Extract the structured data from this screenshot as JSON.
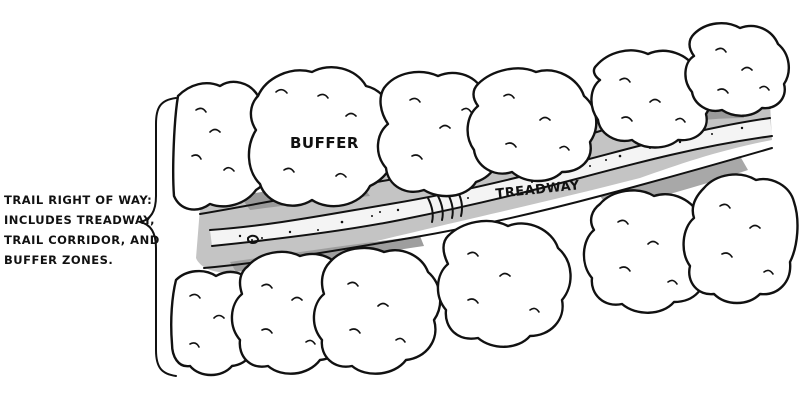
{
  "caption": {
    "lines": [
      "TRAIL RIGHT OF WAY:",
      "INCLUDES TREADWAY,",
      "TRAIL CORRIDOR, AND",
      "BUFFER ZONES."
    ]
  },
  "labels": {
    "buffer": "BUFFER",
    "treadway": "TREADWAY"
  },
  "colors": {
    "ink": "#111111",
    "corridor_shade": "#bdbdbd",
    "corridor_dark": "#8c8c8c",
    "tread_light": "#f2f2f2",
    "paper": "#ffffff"
  }
}
